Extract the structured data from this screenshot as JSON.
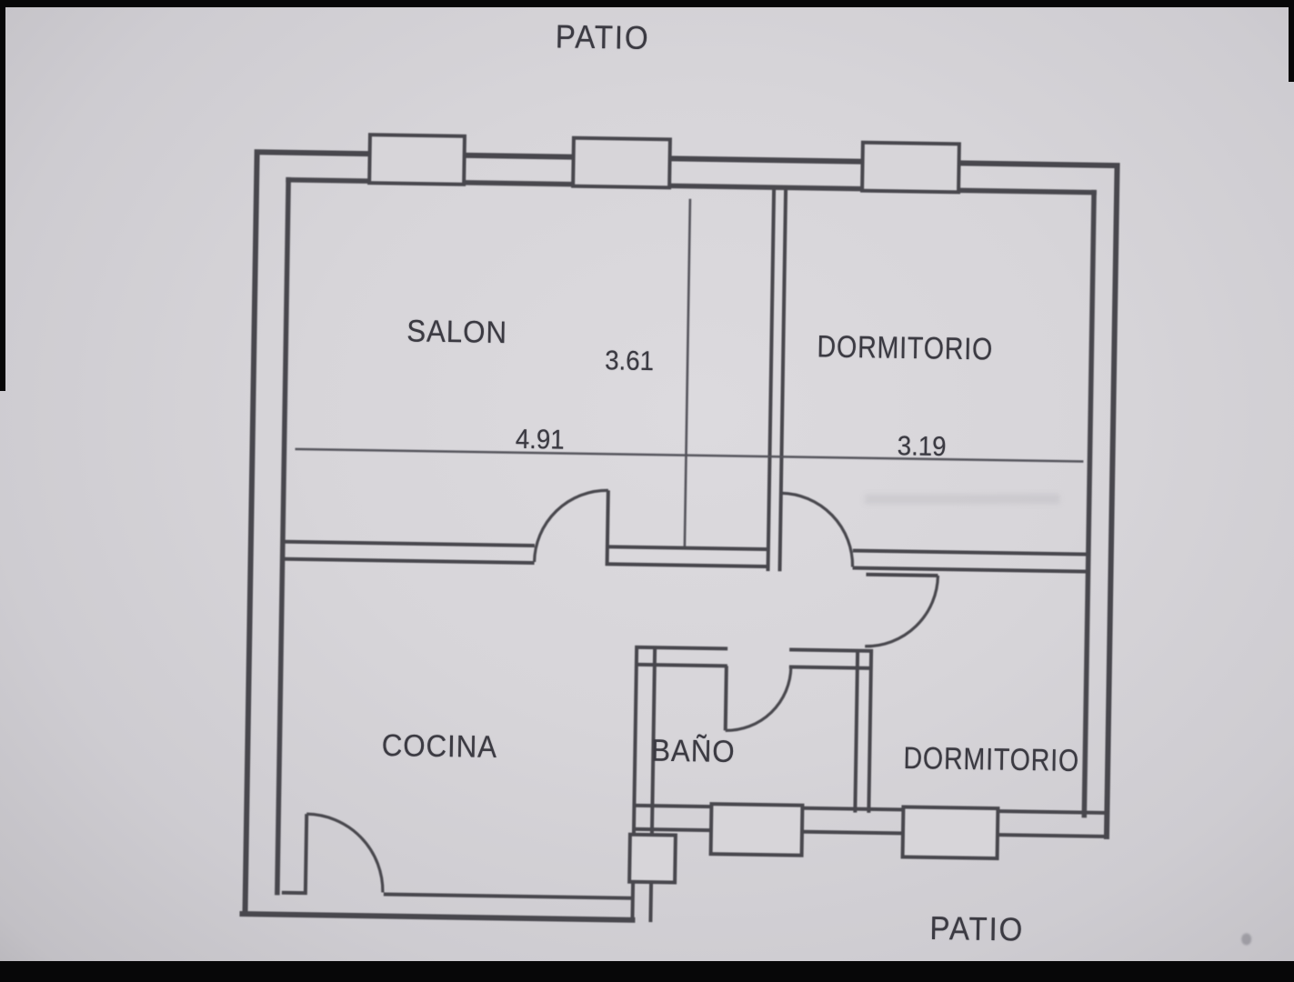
{
  "scan": {
    "paper_color": "#d7d5d9",
    "ink_color": "#48474d"
  },
  "plan": {
    "patio_label_top": "PATIO",
    "patio_label_bottom": "PATIO",
    "rooms": {
      "salon": "SALON",
      "dormitorio_1": "DORMITORIO",
      "cocina": "COCINA",
      "bano": "BAÑO",
      "dormitorio_2": "DORMITORIO"
    },
    "dimensions": {
      "salon_depth_m": "3.61",
      "salon_width_m": "4.91",
      "dormitorio_width_m": "3.19"
    }
  }
}
